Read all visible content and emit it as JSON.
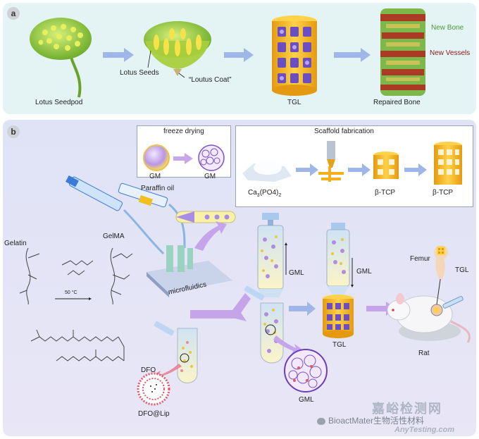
{
  "panel_a": {
    "letter": "a",
    "labels": {
      "lotus_seedpod": "Lotus Seedpod",
      "lotus_seeds": "Lotus Seeds",
      "loutus_coat": "“Loutus Coat”",
      "tgl": "TGL",
      "repaired_bone": "Repaired Bone",
      "new_bone": "New Bone",
      "new_vessels": "New Vessels"
    }
  },
  "panel_b": {
    "letter": "b",
    "freeze_drying": {
      "title": "freeze drying",
      "left": "GM",
      "right": "GM"
    },
    "scaffold": {
      "title": "Scaffold fabrication",
      "material_main": "Ca",
      "material_sub1": "3",
      "material_mid": "(PO4)",
      "material_sub2": "2",
      "tcp1": "β-TCP",
      "tcp2": "β-TCP"
    },
    "labels": {
      "paraffin_oil": "Paraffin oil",
      "gelatin": "Gelatin",
      "gelma": "GelMA",
      "temp": "50 °C",
      "microfluidics": "microfluidics",
      "gml_1": "GML",
      "gml_2": "GML",
      "gml_3": "GML",
      "tgl": "TGL",
      "femur": "Femur",
      "tgl_2": "TGL",
      "rat": "Rat",
      "dfo": "DFO",
      "dfo_lip": "DFO@Lip"
    }
  },
  "watermark": {
    "brand": "BioactMater生物活性材料",
    "cn": "嘉峪检测网",
    "site": "AnyTesting.com"
  },
  "colors": {
    "panel_a_bg": "#e4f3f3",
    "panel_b_bg": "#e4e5f6",
    "arrow": "#9fb7e8",
    "scaffold_gold": "#f2b01e",
    "lotus_green": "#8cc63f",
    "new_bone": "#4a9a3a",
    "new_vessels": "#8b1a1a"
  }
}
